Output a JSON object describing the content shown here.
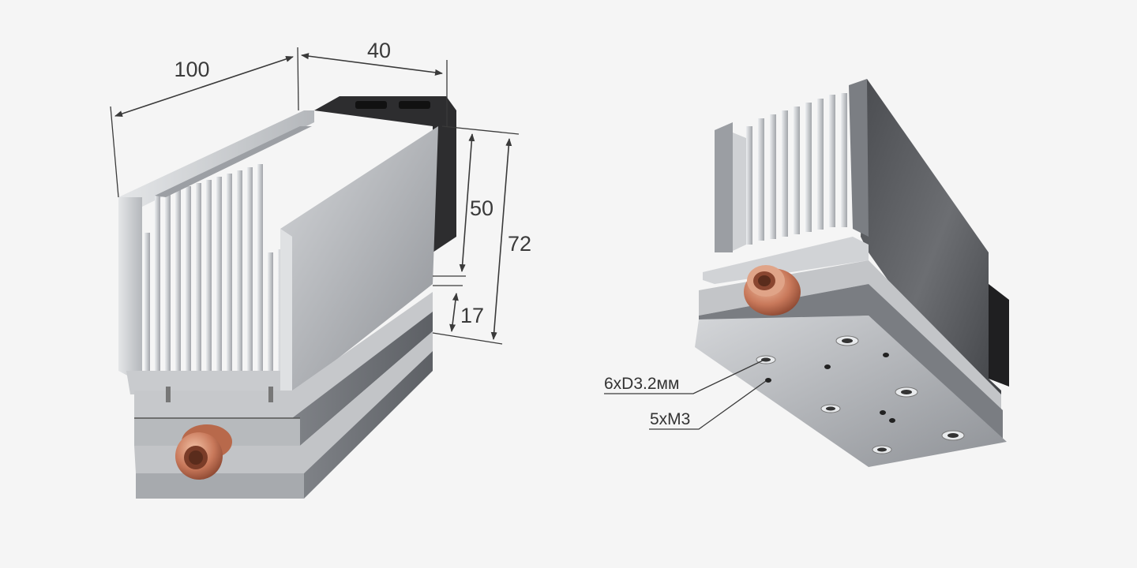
{
  "dimensions": {
    "length": "100",
    "width": "40",
    "fin_height": "50",
    "total_height": "72",
    "base_height": "17"
  },
  "callouts": {
    "through_holes": "6xD3.2мм",
    "threaded_holes": "5xM3"
  },
  "colors": {
    "background": "#f5f5f5",
    "aluminum": "#b9bcc0",
    "fan": "#2d2d2f",
    "copper": "#c8785a",
    "dimension_line": "#3a3a3a"
  }
}
